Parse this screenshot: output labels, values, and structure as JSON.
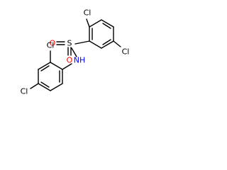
{
  "molecule": {
    "atoms": {
      "cl_top_right_ring": "Cl",
      "sulfur": "S",
      "oxygen_left": "O",
      "oxygen_bottom": "O",
      "cl_bottom_right_ring": "Cl",
      "nh": "NH",
      "cl_top_left_ring": "Cl",
      "cl_bottom_left_ring": "Cl"
    },
    "colors": {
      "bond": "#000000",
      "chlorine": "#000000",
      "sulfur": "#000000",
      "oxygen": "#ff0000",
      "nitrogen": "#0000ff"
    }
  }
}
